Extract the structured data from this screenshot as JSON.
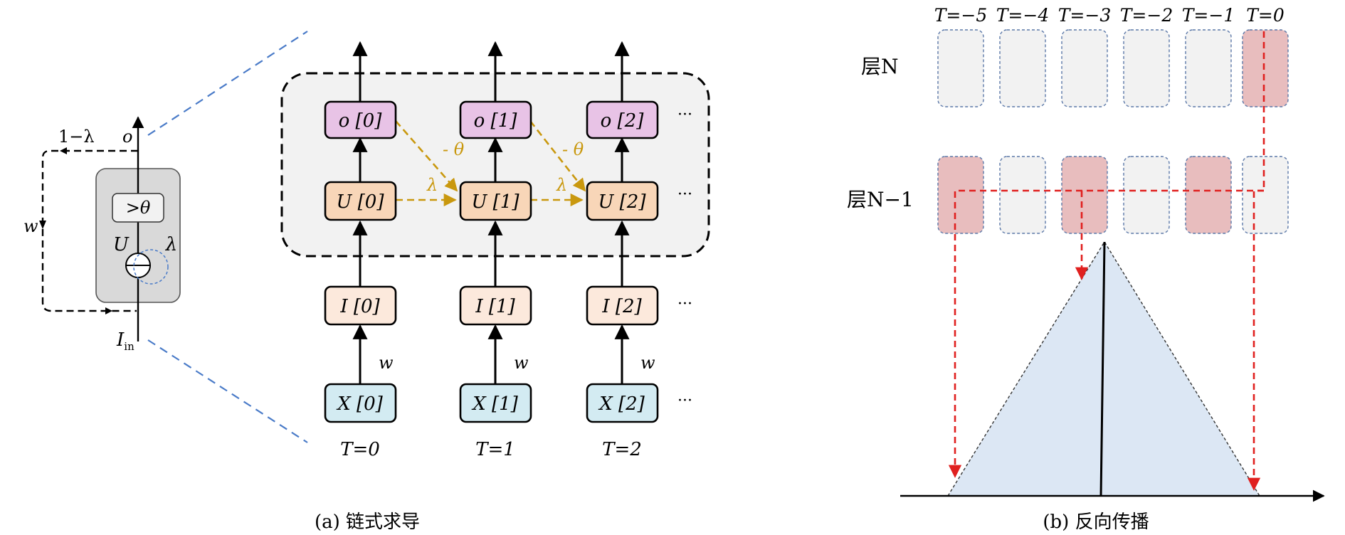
{
  "panel_a": {
    "caption": "(a) 链式求导",
    "neuron": {
      "threshold": ">θ",
      "u": "U",
      "lambda": "λ",
      "one_minus_lambda": "1−λ",
      "o": "o",
      "w": "w",
      "iin_base": "I",
      "iin_sub": "in"
    },
    "nodes": {
      "o0": "o [0]",
      "o1": "o [1]",
      "o2": "o [2]",
      "u0": "U [0]",
      "u1": "U [1]",
      "u2": "U [2]",
      "i0": "I [0]",
      "i1": "I [1]",
      "i2": "I [2]",
      "x0": "X [0]",
      "x1": "X [1]",
      "x2": "X [2]"
    },
    "edge_labels": {
      "neg_theta": "- θ",
      "lambda": "λ",
      "w": "w"
    },
    "ellipsis": "···",
    "time_labels": [
      "T=0",
      "T=1",
      "T=2"
    ]
  },
  "panel_b": {
    "caption": "(b) 反向传播",
    "time_labels": [
      "T=−5",
      "T=−4",
      "T=−3",
      "T=−2",
      "T=−1",
      "T=0"
    ],
    "layer_n": "层N",
    "layer_n1": "层N−1",
    "layer_n_active": [
      false,
      false,
      false,
      false,
      false,
      true
    ],
    "layer_n1_active": [
      true,
      false,
      true,
      false,
      true,
      false
    ]
  },
  "colors": {
    "o_node": "#E8C3E6",
    "u_node": "#F8D6B8",
    "i_node": "#FCE9DC",
    "x_node": "#D3EBF2",
    "gold": "#C9980E",
    "red": "#E0201F",
    "blue_dash": "#4A7BC8",
    "triangle": "#DCE7F4",
    "active_cell": "#E8BDBE",
    "inactive_cell": "#F2F2F2",
    "neuron_box": "#D9D9D9",
    "dashed_panel": "#F2F2F2"
  }
}
